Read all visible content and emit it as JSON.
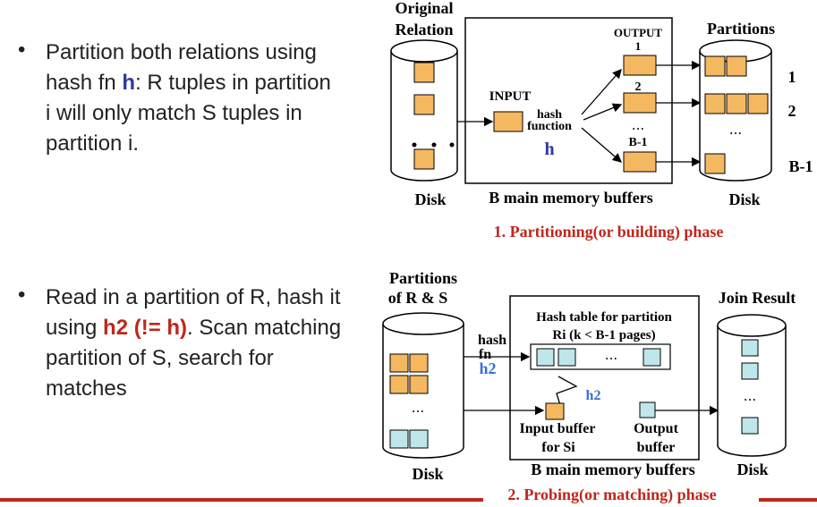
{
  "bullets": {
    "one": {
      "line1": "Partition both relations using",
      "line2_pre": "hash fn ",
      "line2_h": "h",
      "line2_post": ":  R tuples in partition",
      "line3": "i will only match S tuples in",
      "line4": "partition i."
    },
    "two": {
      "line1": "Read in a partition of R, hash it",
      "line2_pre": "using ",
      "line2_h2": "h2 (!= h)",
      "line2_post": ". Scan matching",
      "line3": "partition of S, search for",
      "line4": "matches"
    }
  },
  "diagram1": {
    "original_line1": "Original",
    "original_line2": "Relation",
    "output_label": "OUTPUT",
    "partitions_label": "Partitions",
    "input_label": "INPUT",
    "hash_line1": "hash",
    "hash_line2": "function",
    "h_label": "h",
    "buf_num_1": "1",
    "buf_num_2": "2",
    "buf_num_b1": "B-1",
    "part_num_1": "1",
    "part_num_2": "2",
    "part_num_b1": "B-1",
    "dots": "• • •",
    "disk_left": "Disk",
    "memory_label": "B main memory buffers",
    "disk_right": "Disk",
    "phase_label": "1. Partitioning(or building) phase"
  },
  "diagram2": {
    "partitions_line1": "Partitions",
    "partitions_line2": "of R & S",
    "join_result": "Join Result",
    "hashtable_line1": "Hash table for partition",
    "hashtable_line2": "Ri (k < B-1 pages)",
    "hash_fn_line1": "hash",
    "hash_fn_line2": "fn",
    "h2_left": "h2",
    "h2_mid": "h2",
    "input_buf_line1": "Input buffer",
    "input_buf_line2": "for Si",
    "output_buf_line1": "Output",
    "output_buf_line2": "buffer",
    "dots": "• • •",
    "disk_left": "Disk",
    "memory_label": "B main memory buffers",
    "disk_right": "Disk",
    "phase_label": "2. Probing(or matching) phase"
  }
}
